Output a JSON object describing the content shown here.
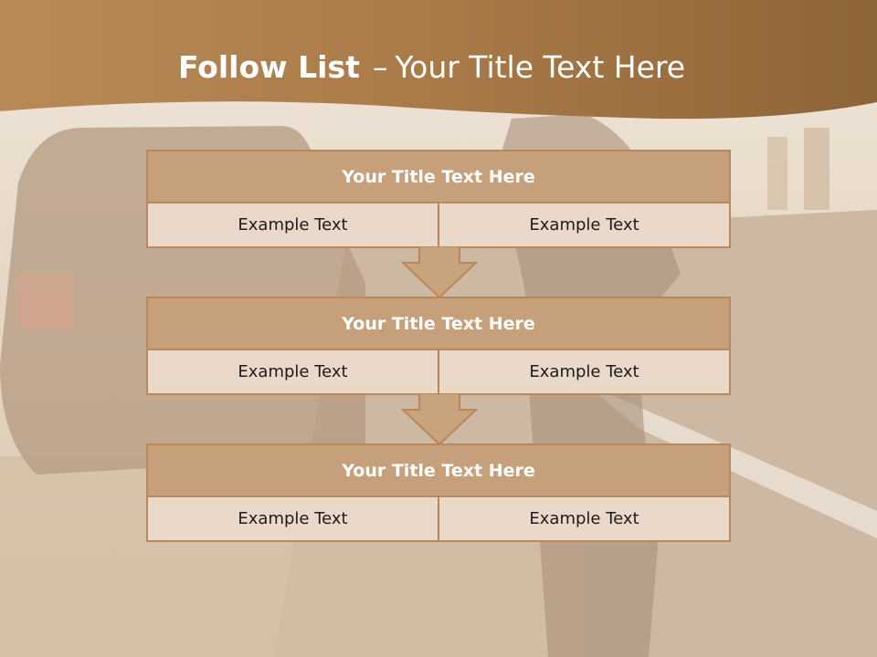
{
  "slide": {
    "title_bold": "Follow List",
    "title_sep": "–",
    "title_rest": "Your Title Text Here"
  },
  "blocks": [
    {
      "title": "Your Title Text Here",
      "left": "Example Text",
      "right": "Example Text"
    },
    {
      "title": "Your Title Text Here",
      "left": "Example Text",
      "right": "Example Text"
    },
    {
      "title": "Your Title Text Here",
      "left": "Example Text",
      "right": "Example Text"
    }
  ],
  "colors": {
    "header_band": "#a97a48",
    "block_title_fill": "#c6a07a",
    "block_cell_fill": "#ead9c8",
    "border": "#b8875a",
    "arrow_fill": "#c9a37c"
  },
  "icons": [
    "down-arrow-icon"
  ]
}
